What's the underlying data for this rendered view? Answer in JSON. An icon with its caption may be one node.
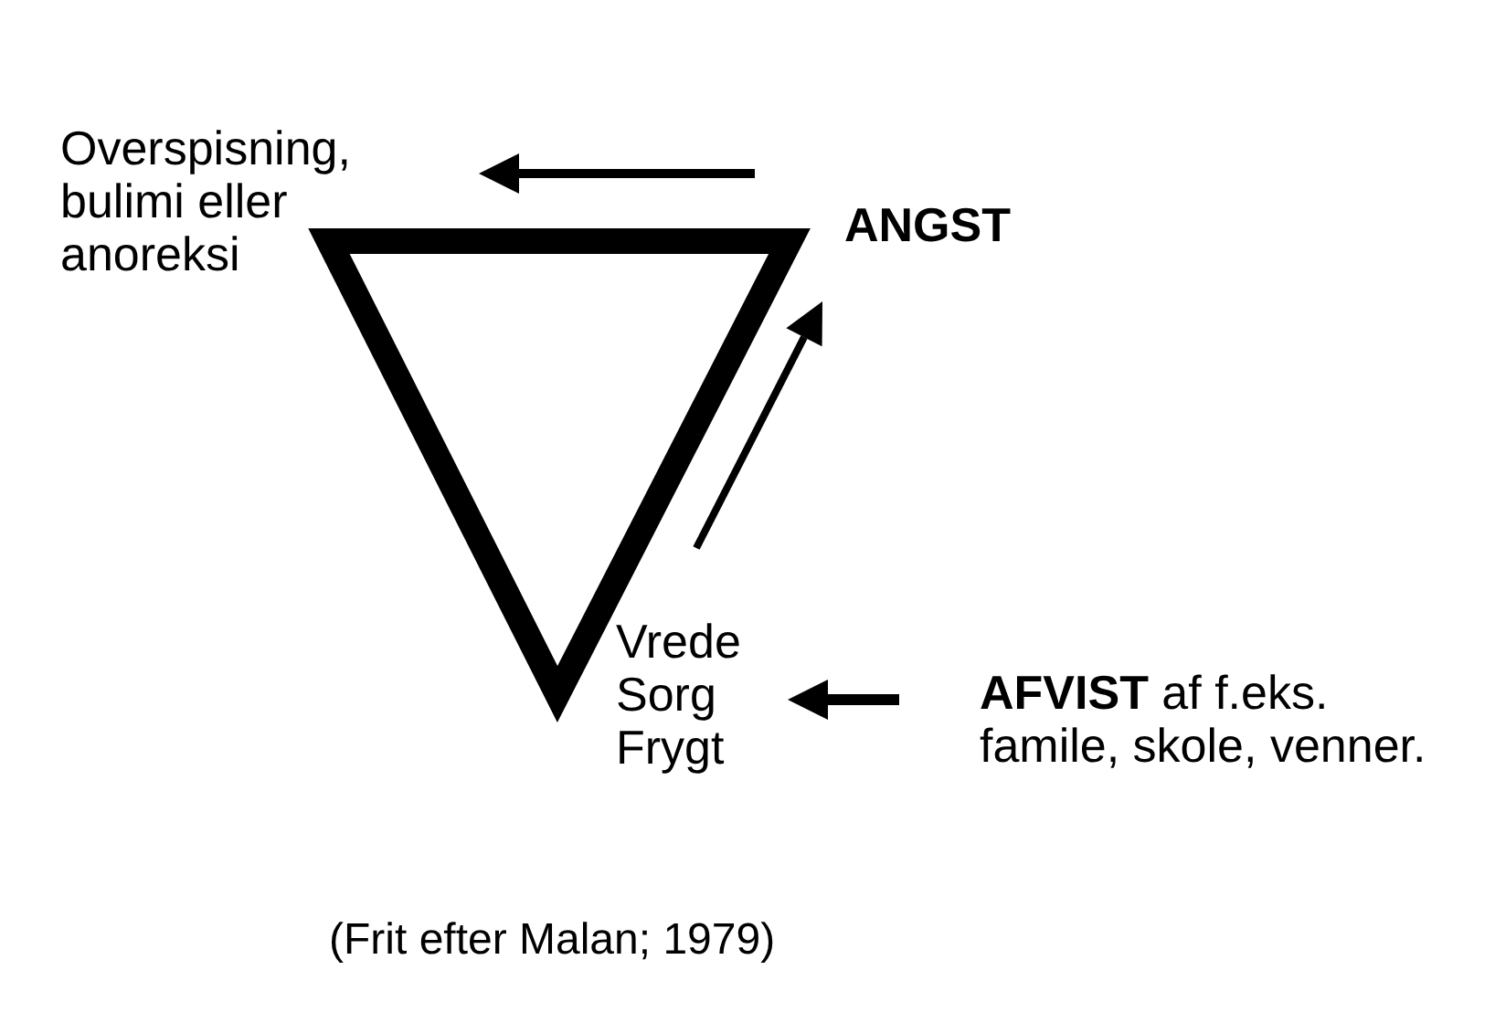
{
  "diagram": {
    "caption": "(Frit efter Malan; 1979)",
    "nodes": [
      {
        "text": [
          "Overspisning, bulimi eller anoreksi"
        ]
      },
      {
        "text": [
          "ANGST"
        ]
      },
      {
        "text": [
          "Vrede Sorg Frygt"
        ]
      },
      {
        "text": [
          "**AFVIST** af f.eks. famile, skole, venner."
        ]
      }
    ],
    "edges": [
      {
        "from": 1,
        "to": 0,
        "arrow": "to"
      },
      {
        "from": 2,
        "to": 1,
        "arrow": "to"
      },
      {
        "from": 3,
        "to": 2,
        "arrow": "to"
      }
    ]
  }
}
